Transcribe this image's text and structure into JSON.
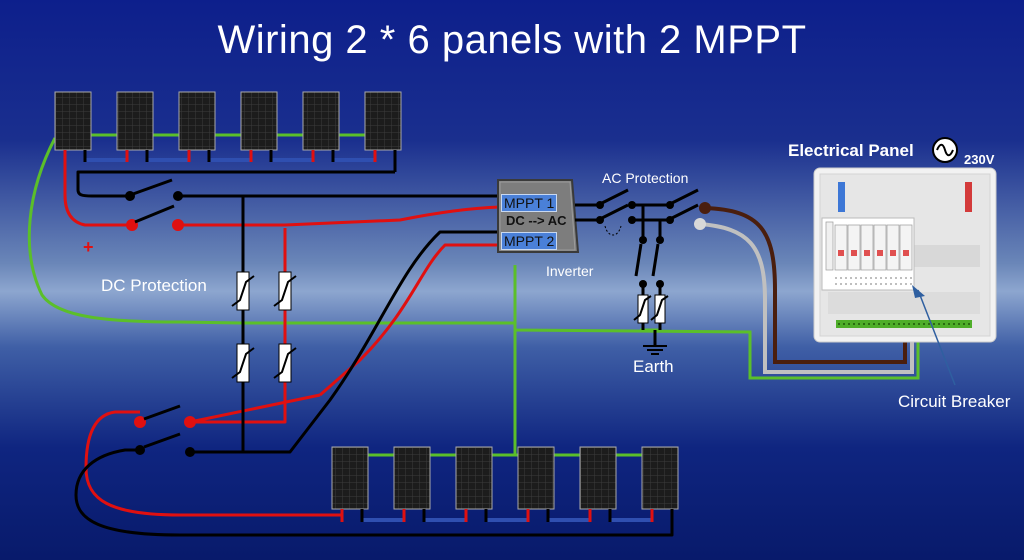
{
  "title": "Wiring 2 * 6 panels with  2 MPPT",
  "labels": {
    "dc_protection": "DC Protection",
    "plus_sign": "+",
    "inverter": "Inverter",
    "mppt1": "MPPT 1",
    "mppt2": "MPPT 2",
    "dc_ac": "DC --> AC",
    "ac_protection": "AC Protection",
    "earth": "Earth",
    "electrical_panel": "Electrical Panel",
    "voltage": "230V",
    "circuit_breaker": "Circuit Breaker"
  },
  "colors": {
    "positive_wire": "#e01010",
    "negative_wire": "#000000",
    "ground_wire": "#5bbf2a",
    "series_link": "#2f4fb0",
    "ac_live": "#4a1e0e",
    "ac_neutral": "#c0c0c0",
    "panel_cell": "#1c1c1c"
  },
  "icons": {
    "ac_symbol": "ac-sine-icon",
    "arrow": "pointer-arrow-icon"
  }
}
